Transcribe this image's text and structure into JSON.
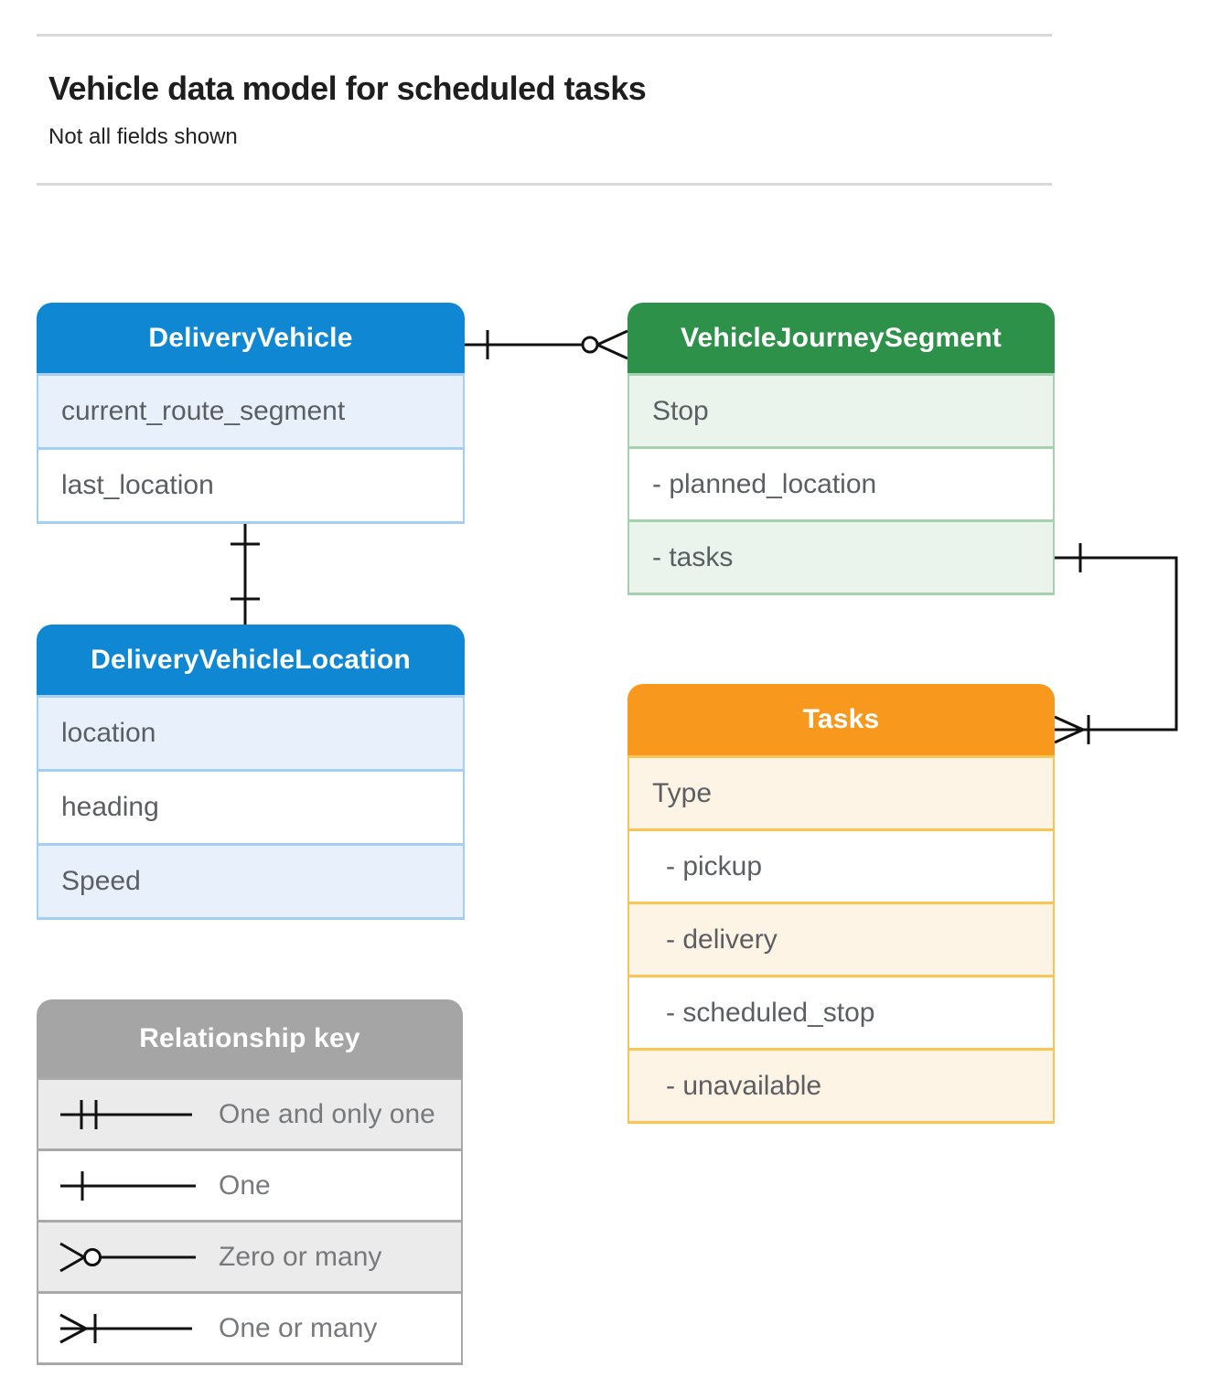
{
  "page": {
    "title": "Vehicle data model for scheduled tasks",
    "subtitle": "Not all fields shown"
  },
  "entities": {
    "delivery_vehicle": {
      "title": "DeliveryVehicle",
      "rows": [
        "current_route_segment",
        "last_location"
      ]
    },
    "vehicle_journey_segment": {
      "title": "VehicleJourneySegment",
      "rows": [
        "Stop",
        "- planned_location",
        "- tasks"
      ]
    },
    "delivery_vehicle_location": {
      "title": "DeliveryVehicleLocation",
      "rows": [
        "location",
        "heading",
        "Speed"
      ]
    },
    "tasks": {
      "title": "Tasks",
      "rows": [
        "Type",
        "- pickup",
        "- delivery",
        "- scheduled_stop",
        "- unavailable"
      ]
    }
  },
  "legend": {
    "title": "Relationship key",
    "items": [
      {
        "symbol": "one-and-only-one",
        "label": "One and only one"
      },
      {
        "symbol": "one",
        "label": "One"
      },
      {
        "symbol": "zero-or-many",
        "label": "Zero or many"
      },
      {
        "symbol": "one-or-many",
        "label": "One or many"
      }
    ]
  },
  "relationships": [
    {
      "from": "DeliveryVehicle",
      "to": "VehicleJourneySegment",
      "from_cardinality": "one",
      "to_cardinality": "zero-or-many"
    },
    {
      "from": "DeliveryVehicle",
      "to": "DeliveryVehicleLocation",
      "from_cardinality": "one",
      "to_cardinality": "one"
    },
    {
      "from": "VehicleJourneySegment.tasks",
      "to": "Tasks",
      "from_cardinality": "one",
      "to_cardinality": "one-or-many"
    }
  ],
  "colors": {
    "blue_header": "#0f87d2",
    "blue_row_shade": "#e8f1fb",
    "blue_border": "#a4cff2",
    "green_header": "#2e9149",
    "green_row_shade": "#eaf3ec",
    "green_border": "#a6d1af",
    "orange_header": "#f8991d",
    "orange_row_shade": "#fdf4e5",
    "orange_border": "#fbc553",
    "gray_header": "#a5a5a5",
    "gray_row_shade": "#ebebeb",
    "row_text": "#5b5e62",
    "connector": "#111111",
    "divider": "#d9d9d9"
  }
}
